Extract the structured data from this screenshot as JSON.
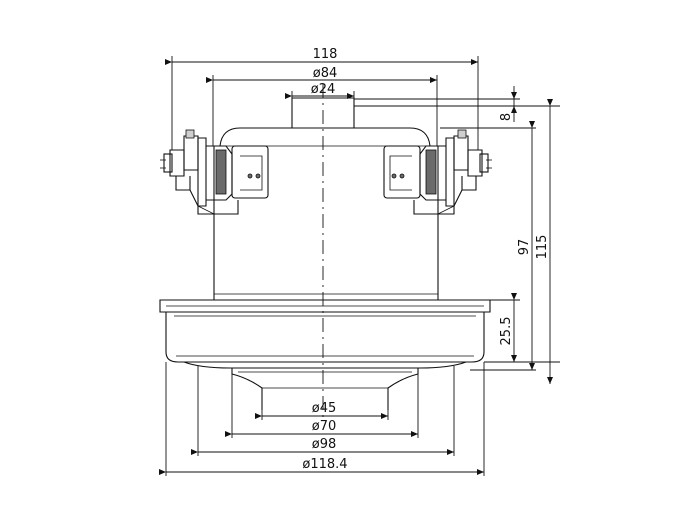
{
  "dimensions": {
    "width_118": "118",
    "dia_84": "ø84",
    "dia_24": "ø24",
    "height_8": "8",
    "height_97": "97",
    "height_115": "115",
    "height_25_5": "25.5",
    "dia_45": "ø45",
    "dia_70": "ø70",
    "dia_98": "ø98",
    "dia_118_4": "ø118.4"
  }
}
